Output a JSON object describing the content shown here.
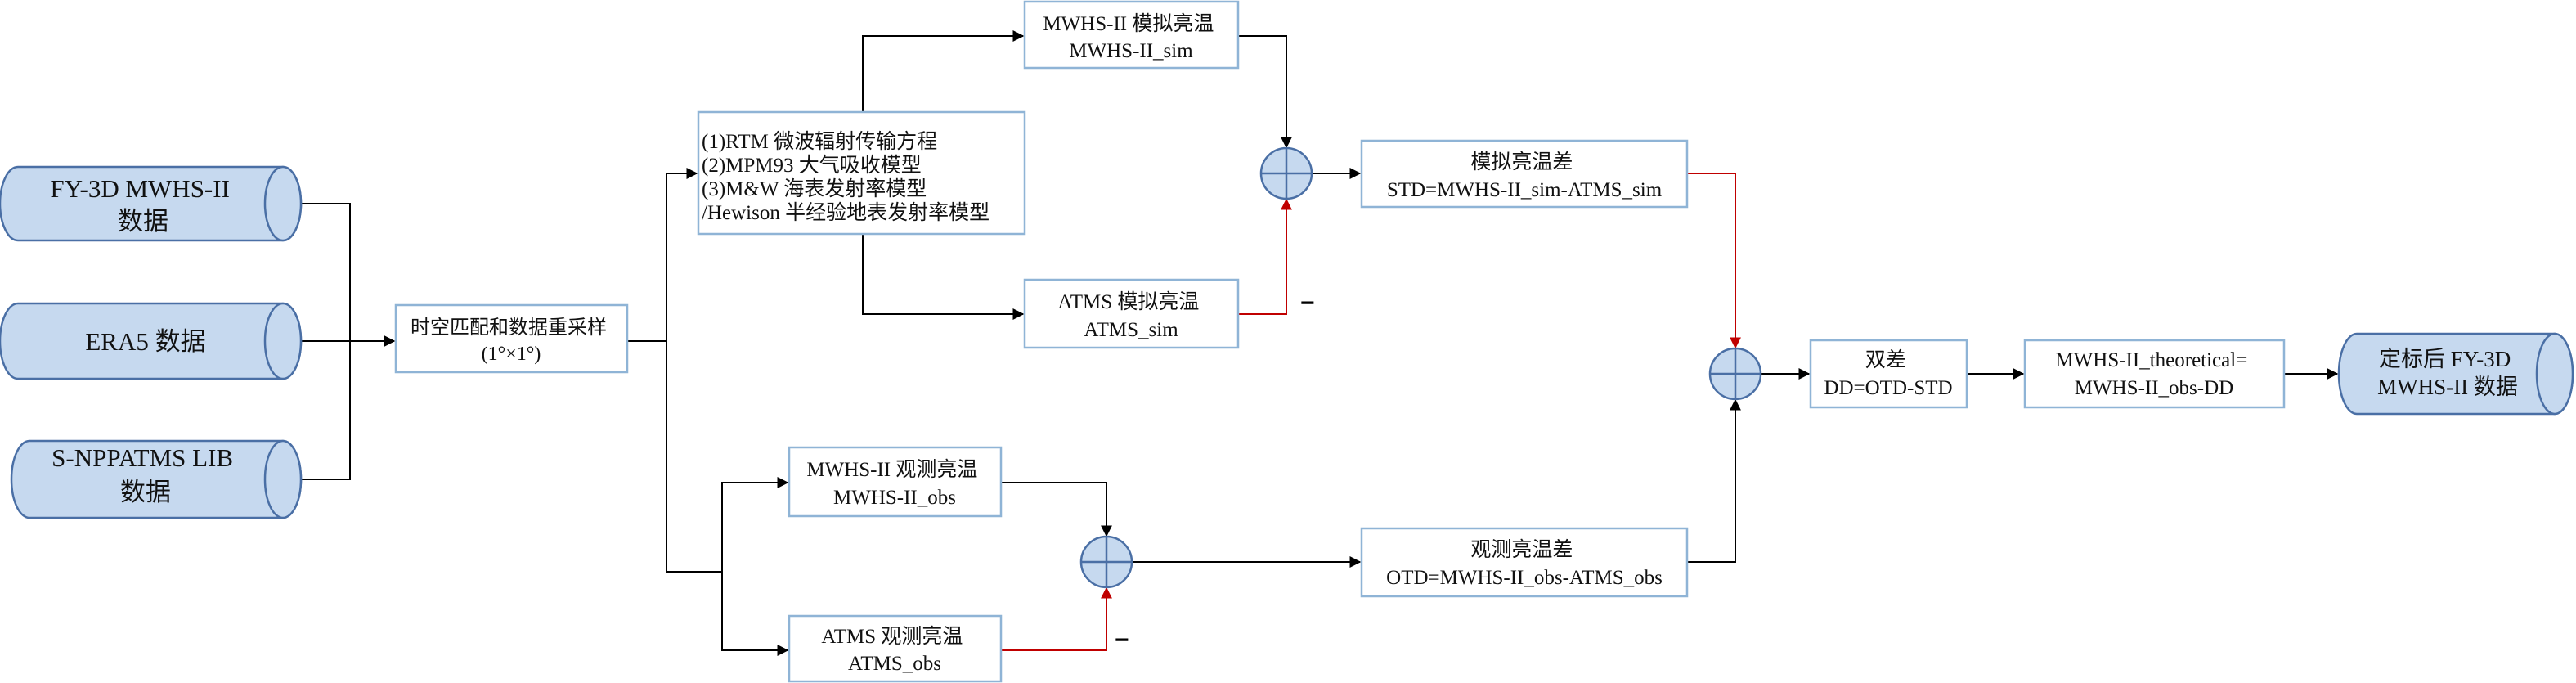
{
  "inputs": {
    "fy3d": [
      "FY-3D MWHS-II",
      "数据"
    ],
    "era5": [
      "ERA5 数据"
    ],
    "snpp": [
      "S-NPPATMS LIB",
      "数据"
    ]
  },
  "process": {
    "matching": [
      "时空匹配和数据重采样",
      "(1°×1°)"
    ],
    "models": [
      "(1)RTM 微波辐射传输方程",
      "(2)MPM93 大气吸收模型",
      "(3)M&W 海表发射率模型",
      "/Hewison 半经验地表发射率模型"
    ],
    "mwhs_sim": [
      "MWHS-II 模拟亮温",
      "MWHS-II_sim"
    ],
    "atms_sim": [
      "ATMS 模拟亮温",
      "ATMS_sim"
    ],
    "mwhs_obs": [
      "MWHS-II 观测亮温",
      "MWHS-II_obs"
    ],
    "atms_obs": [
      "ATMS 观测亮温",
      "ATMS_obs"
    ],
    "std": [
      "模拟亮温差",
      "STD=MWHS-II_sim-ATMS_sim"
    ],
    "otd": [
      "观测亮温差",
      "OTD=MWHS-II_obs-ATMS_obs"
    ],
    "dd": [
      "双差",
      "DD=OTD-STD"
    ],
    "theoretical": [
      "MWHS-II_theoretical=",
      "MWHS-II_obs-DD"
    ]
  },
  "output": {
    "calibrated": [
      "定标后 FY-3D",
      "MWHS-II 数据"
    ]
  },
  "signs": {
    "minus_sim": "−",
    "minus_obs": "−"
  },
  "colors": {
    "box_border": "#8fb4d6",
    "cyl_fill": "#c6d9ef",
    "cyl_stroke": "#4a6fa5",
    "arrow": "#000000",
    "minus_arrow": "#c00000"
  }
}
